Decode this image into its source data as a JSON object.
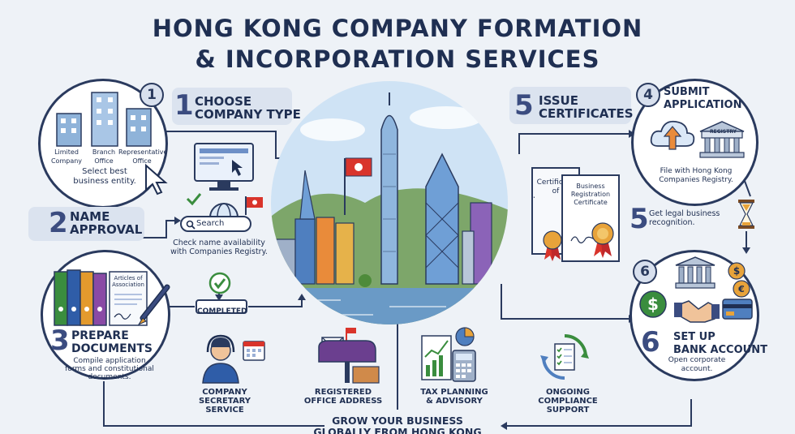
{
  "title": {
    "line1": "HONG KONG COMPANY FORMATION",
    "line2": "& INCORPORATION SERVICES"
  },
  "steps": {
    "s1": {
      "badge": "1",
      "num": "1",
      "line1": "CHOOSE",
      "line2": "COMPANY TYPE",
      "types": [
        "Limited Company",
        "Branch Office",
        "Representative Office"
      ],
      "desc": "Select best business entity."
    },
    "s2": {
      "num": "2",
      "line1": "NAME",
      "line2": "APPROVAL",
      "search": "Search",
      "desc": "Check name availability with Companies Registry.",
      "stamp": "COMPLETED"
    },
    "s3": {
      "num": "3",
      "line1": "PREPARE",
      "line2": "DOCUMENTS",
      "doc": "Articles of Association",
      "desc": "Compile application forms and constitutional documents."
    },
    "s4": {
      "badge": "4",
      "line1": "SUBMIT",
      "line2": "APPLICATION",
      "registry": "REGISTRY",
      "desc": "File with Hong Kong Companies Registry."
    },
    "s5": {
      "num": "5",
      "line1": "ISSUE",
      "line2": "CERTIFICATES",
      "cert_back": "Certificate of Incorporation",
      "cert_front": "Business Registration Certificate",
      "num2": "5",
      "desc": "Get legal business recognition."
    },
    "s6": {
      "badge": "6",
      "num": "6",
      "line1": "SET UP",
      "line2": "BANK ACCOUNT",
      "desc": "Open corporate account."
    }
  },
  "services": [
    {
      "line1": "COMPANY",
      "line2": "SECRETARY",
      "line3": "SERVICE"
    },
    {
      "line1": "REGISTERED",
      "line2": "OFFICE ADDRESS",
      "line3": ""
    },
    {
      "line1": "TAX PLANNING",
      "line2": "& ADVISORY",
      "line3": ""
    },
    {
      "line1": "ONGOING",
      "line2": "COMPLIANCE",
      "line3": "SUPPORT"
    }
  ],
  "footer": {
    "line1": "GROW YOUR BUSINESS",
    "line2": "GLOBALLY FROM HONG KONG"
  },
  "colors": {
    "navy": "#1f2f52",
    "accent": "#3b4c80",
    "banner": "#dbe3ef",
    "green": "#3a8d3e",
    "red": "#d9342b"
  }
}
